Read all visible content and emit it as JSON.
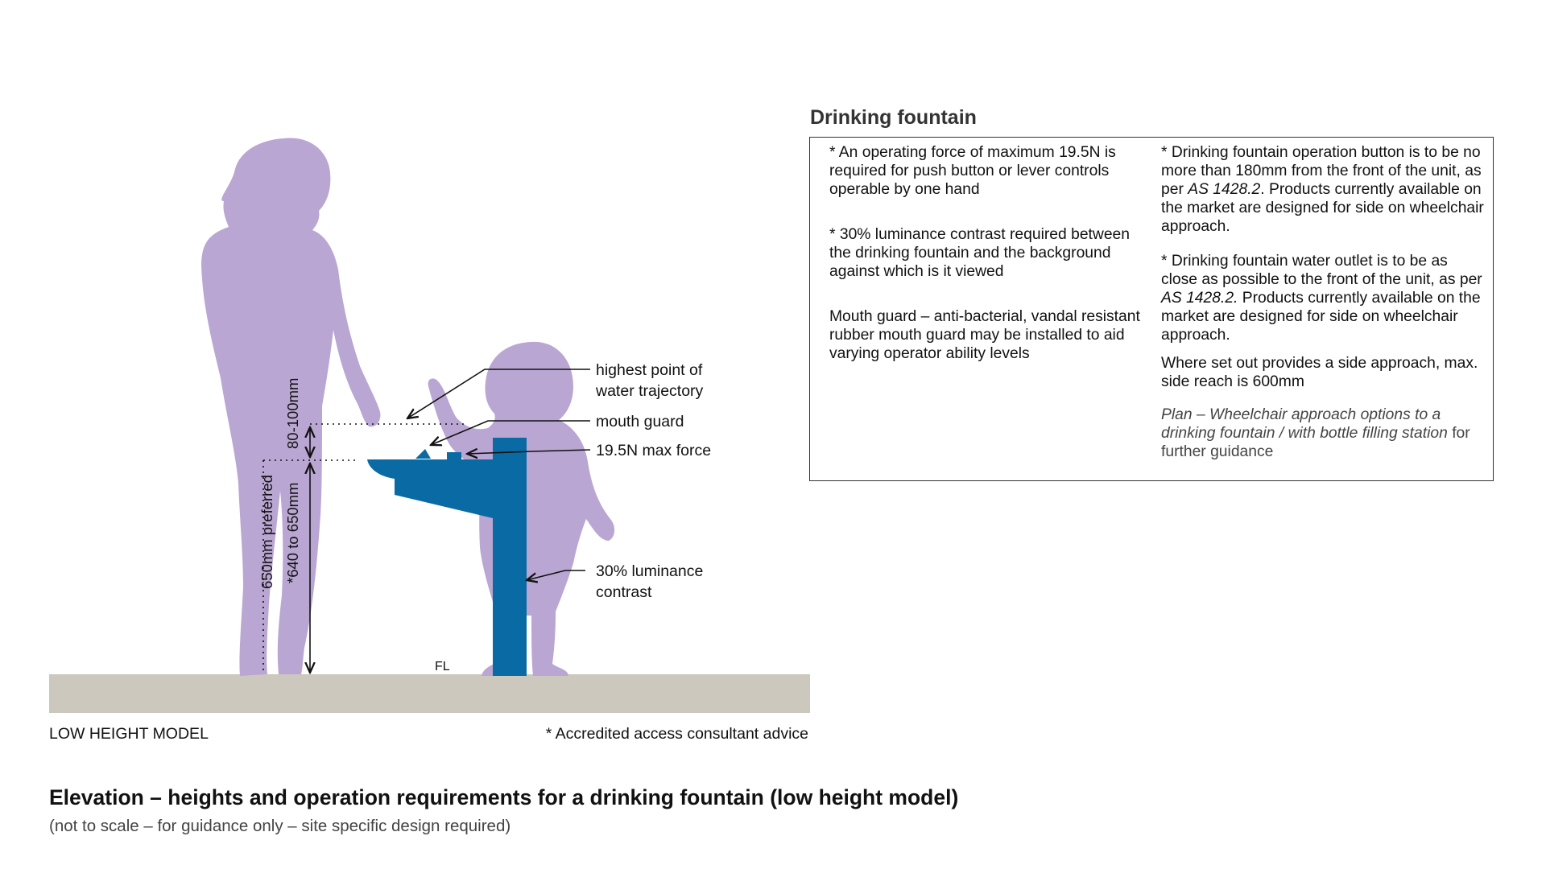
{
  "colors": {
    "silhouette": "#b9a6d2",
    "fountain": "#0a6aa3",
    "floor": "#ccc8bd",
    "text": "#111111",
    "border": "#333333"
  },
  "diagram": {
    "callouts": {
      "trajectory_line1": "highest point of",
      "trajectory_line2": "water trajectory",
      "mouth_guard": "mouth guard",
      "force": "19.5N max force",
      "contrast_line1": "30% luminance",
      "contrast_line2": "contrast"
    },
    "dimensions": {
      "trajectory_range": "80-100mm",
      "height_range": "*640 to 650mm",
      "preferred": "650mm preferred"
    },
    "floor_label": "FL",
    "model_label": "LOW HEIGHT MODEL",
    "consultant_note": "* Accredited access consultant advice"
  },
  "caption": {
    "title": "Elevation – heights and operation requirements for a drinking fountain (low height model)",
    "subtitle": "(not to scale – for guidance only – site specific design required)"
  },
  "panel": {
    "title": "Drinking fountain",
    "left_column": [
      "* An operating force of maximum 19.5N is required for push button or lever controls operable by one hand",
      "* 30% luminance contrast required between the drinking fountain and the background against which is it viewed",
      "Mouth guard – anti-bacterial, vandal resistant rubber mouth guard may be installed to aid varying operator ability levels"
    ],
    "right_column": {
      "p1_before": "* Drinking fountain operation button is to be no more than 180mm from the front of the unit, as per ",
      "p1_ref": "AS 1428.2",
      "p1_after": ". Products currently available on the market are designed for side on wheelchair approach.",
      "p2_before": "* Drinking fountain water outlet is to be as close as possible to the front of the unit, as per ",
      "p2_ref": "AS 1428.2.",
      "p2_after": " Products currently available on the market are designed for side on wheelchair approach.",
      "p3": "Where set out provides a side approach, max. side reach is 600mm",
      "p4_italic": "Plan – Wheelchair approach options to a drinking fountain / with bottle filling station",
      "p4_after": " for further guidance"
    }
  }
}
